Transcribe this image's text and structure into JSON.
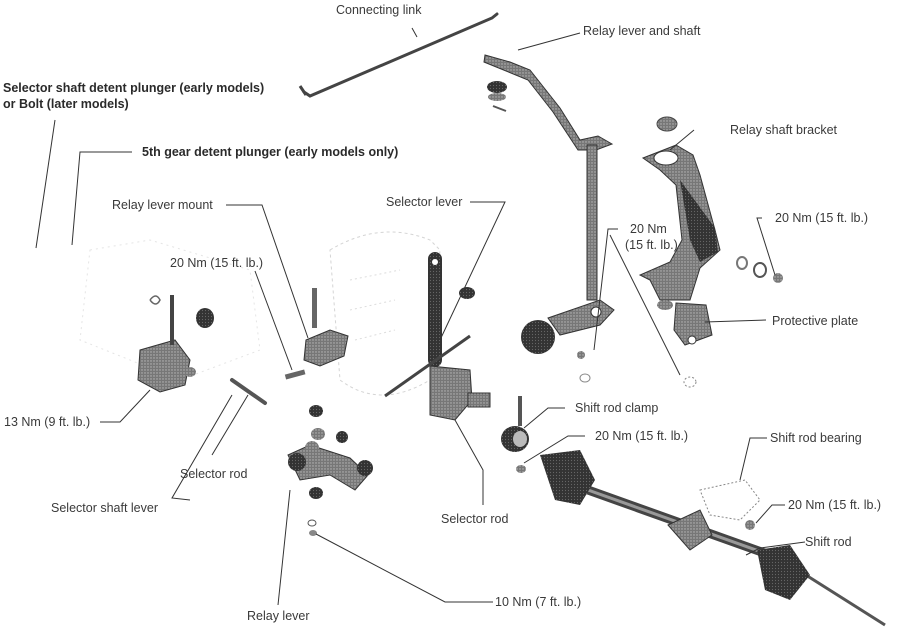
{
  "title": "Gearshift linkage exploded view",
  "labels": {
    "connecting_link": "Connecting link",
    "relay_lever_and_shaft": "Relay lever and shaft",
    "selector_shaft_detent_line1": "Selector shaft detent plunger (early models)",
    "selector_shaft_detent_line2": "or Bolt (later models)",
    "fifth_gear_detent": "5th gear detent plunger (early models only)",
    "relay_shaft_bracket": "Relay shaft bracket",
    "relay_lever_mount": "Relay lever mount",
    "selector_lever": "Selector lever",
    "torque_20nm_left": "20 Nm (15 ft. lb.)",
    "torque_20nm_center_line1": "20 Nm",
    "torque_20nm_center_line2": "(15 ft. lb.)",
    "torque_20nm_bracket": "20 Nm (15 ft. lb.)",
    "protective_plate": "Protective plate",
    "torque_13nm": "13 Nm (9 ft. lb.)",
    "shift_rod_clamp": "Shift rod clamp",
    "torque_20nm_clamp": "20 Nm (15 ft. lb.)",
    "shift_rod_bearing": "Shift rod bearing",
    "selector_rod_left": "Selector rod",
    "selector_rod_center": "Selector rod",
    "torque_20nm_bearing": "20 Nm (15 ft. lb.)",
    "selector_shaft_lever": "Selector shaft lever",
    "shift_rod": "Shift rod",
    "relay_lever": "Relay lever",
    "torque_10nm": "10 Nm (7 ft. lb.)"
  }
}
